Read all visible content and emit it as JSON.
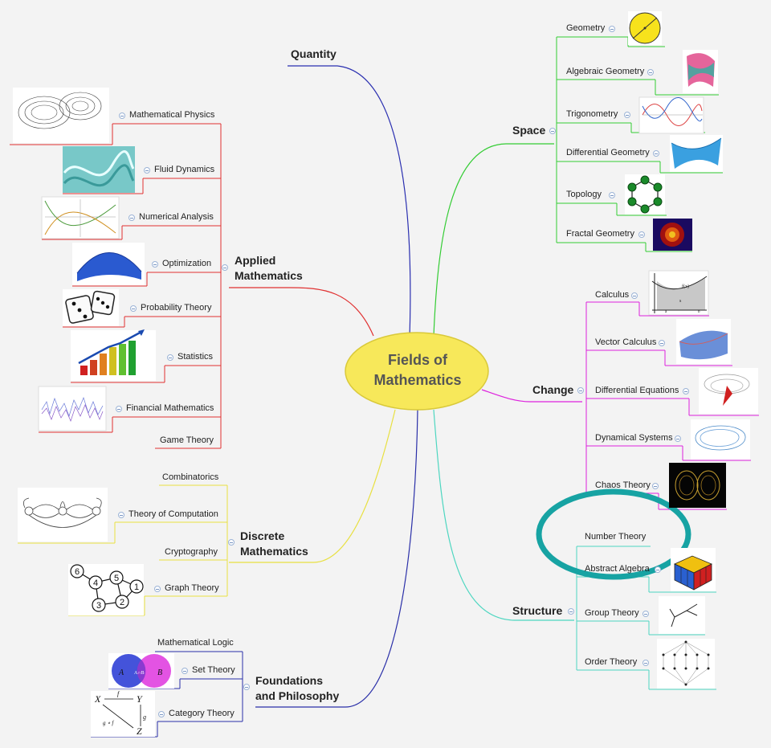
{
  "center": {
    "line1": "Fields of",
    "line2": "Mathematics"
  },
  "branches": {
    "quantity": "Quantity",
    "space": "Space",
    "change": "Change",
    "structure": "Structure",
    "applied_line1": "Applied",
    "applied_line2": "Mathematics",
    "discrete_line1": "Discrete",
    "discrete_line2": "Mathematics",
    "foundations_line1": "Foundations",
    "foundations_line2": "and Philosophy"
  },
  "space_items": [
    "Geometry",
    "Algebraic Geometry",
    "Trigonometry",
    "Differential Geometry",
    "Topology",
    "Fractal Geometry"
  ],
  "change_items": [
    "Calculus",
    "Vector Calculus",
    "Differential Equations",
    "Dynamical Systems",
    "Chaos Theory"
  ],
  "structure_items": [
    "Number Theory",
    "Abstract Algebra",
    "Group Theory",
    "Order Theory"
  ],
  "applied_items": [
    "Mathematical Physics",
    "Fluid Dynamics",
    "Numerical Analysis",
    "Optimization",
    "Probability Theory",
    "Statistics",
    "Financial Mathematics",
    "Game Theory"
  ],
  "discrete_items": [
    "Combinatorics",
    "Theory of Computation",
    "Cryptography",
    "Graph Theory"
  ],
  "foundations_items": [
    "Mathematical Logic",
    "Set Theory",
    "Category Theory"
  ],
  "set_theory_labels": {
    "a": "A",
    "ab": "A∩B",
    "b": "B"
  },
  "category_labels": {
    "x": "X",
    "y": "Y",
    "z": "Z",
    "f": "f",
    "g": "g",
    "gof": "g ∘ f"
  },
  "graph_nodes": [
    "6",
    "4",
    "5",
    "1",
    "3",
    "2"
  ],
  "calculus_labels": {
    "fx": "f(x)",
    "s": "s",
    "a": "a",
    "b": "b"
  },
  "colors": {
    "quantity": "#2a2fb0",
    "space": "#33cc33",
    "change": "#dd22dd",
    "structure": "#4dd6c0",
    "applied": "#e03030",
    "discrete": "#e8e040",
    "foundations": "#2a2fa8",
    "center_fill": "#f7e85a",
    "highlight": "#17a3a3"
  }
}
